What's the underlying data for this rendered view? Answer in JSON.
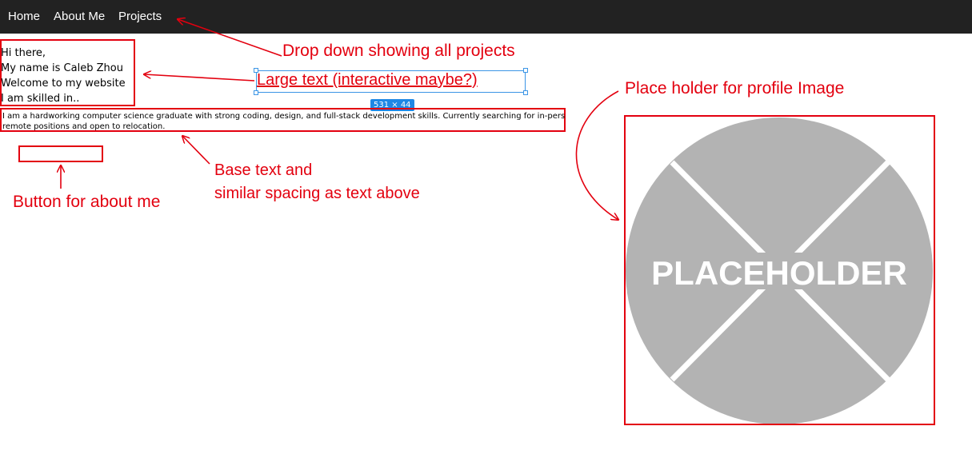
{
  "nav": {
    "items": [
      "Home",
      "About Me",
      "Projects"
    ],
    "background": "#222222"
  },
  "intro": {
    "lines": [
      "Hi there,",
      "My name is Caleb Zhou",
      "Welcome to my website",
      "I am skilled in.."
    ]
  },
  "bio": {
    "line1": "I am a hardworking computer science graduate with strong coding, design, and full-stack development skills. Currently searching for in-person or",
    "line2": "remote positions and open to relocation."
  },
  "large_text": {
    "label": "Large text (interactive maybe?)",
    "size_badge": "531 × 44"
  },
  "annotations": {
    "dropdown": "Drop down showing all projects",
    "base_text_1": "Base text and",
    "base_text_2": "similar spacing as text above",
    "about_button": "Button for about me",
    "profile_image": "Place holder for profile Image"
  },
  "placeholder": {
    "label": "PLACEHOLDER"
  },
  "colors": {
    "annotation_red": "#e3000f",
    "selection_blue": "#3b95e6",
    "placeholder_gray": "#b3b3b3"
  }
}
